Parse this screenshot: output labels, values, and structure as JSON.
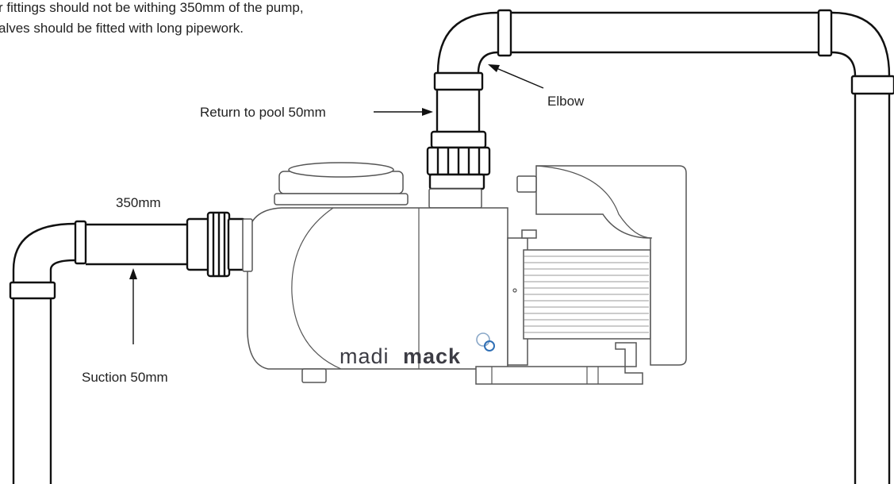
{
  "notes": {
    "line1": "r fittings should not be withing 350mm of the pump,",
    "line2": "alves should be fitted with long pipework."
  },
  "labels": {
    "return": "Return to pool 50mm",
    "elbow": "Elbow",
    "distance": "350mm",
    "suction": "Suction 50mm"
  },
  "logo": {
    "light": "madi",
    "bold": "mack"
  },
  "colors": {
    "line": "#111111",
    "pump_outline": "#555555",
    "logo_text": "#3c3c44",
    "logo_accent": "#2f6fb5"
  }
}
